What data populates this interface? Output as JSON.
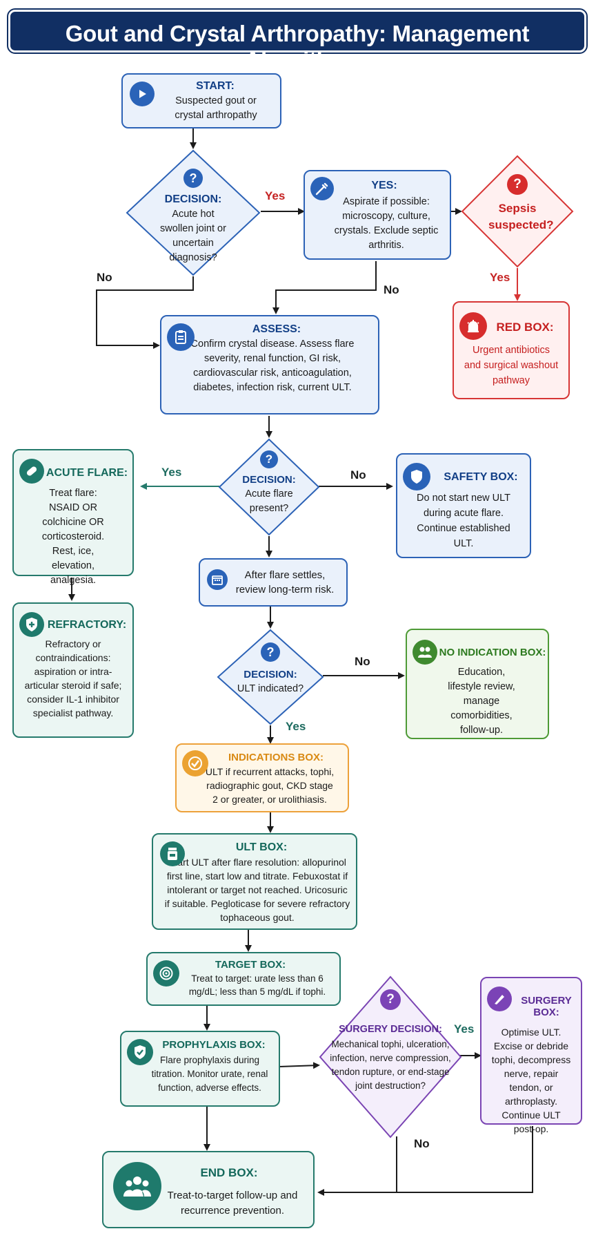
{
  "title": "Gout and Crystal Arthropathy: Management Algorithm",
  "colors": {
    "navy": "#112f63",
    "blue": "#2c62b6",
    "teal": "#257a6c",
    "red": "#d73535",
    "green": "#4e9a36",
    "orange": "#eda13a",
    "purple": "#7a44b3"
  },
  "start": {
    "heading": "START:",
    "text": "Suspected gout or crystal arthropathy",
    "icon": "play-icon"
  },
  "decision1": {
    "heading": "DECISION:",
    "text": "Acute hot swollen joint or uncertain diagnosis?",
    "icon": "question-icon"
  },
  "aspirate": {
    "heading": "YES:",
    "text": "Aspirate if possible: microscopy, culture, crystals. Exclude septic arthritis.",
    "icon": "syringe-icon"
  },
  "sepsis": {
    "text": "Sepsis suspected?",
    "icon": "question-icon"
  },
  "redbox": {
    "heading": "RED BOX:",
    "text": "Urgent antibiotics and surgical washout pathway",
    "icon": "alarm-icon"
  },
  "assess": {
    "heading": "ASSESS:",
    "text": "Confirm crystal disease. Assess flare severity, renal function, GI risk, cardiovascular risk, anticoagulation, diabetes, infection risk, current ULT.",
    "icon": "clipboard-icon"
  },
  "decision2": {
    "heading": "DECISION:",
    "text": "Acute flare present?",
    "icon": "question-icon"
  },
  "acute": {
    "heading": "ACUTE FLARE:",
    "text": "Treat flare: NSAID OR colchicine OR corticosteroid. Rest, ice, elevation, analgesia.",
    "icon": "pill-icon"
  },
  "safety": {
    "heading": "SAFETY BOX:",
    "text": "Do not start new ULT during acute flare. Continue established ULT.",
    "icon": "shield-icon"
  },
  "settle": {
    "text": "After flare settles, review long-term risk.",
    "icon": "calendar-icon"
  },
  "refractory": {
    "heading": "REFRACTORY:",
    "text": "Refractory or contraindications: aspiration or intra-articular steroid if safe; consider IL-1 inhibitor specialist pathway.",
    "icon": "shield-plus-icon"
  },
  "decision3": {
    "heading": "DECISION:",
    "text": "ULT indicated?",
    "icon": "question-icon"
  },
  "noind": {
    "heading": "NO INDICATION BOX:",
    "text": "Education, lifestyle review, manage comorbidities, follow-up.",
    "icon": "people-icon"
  },
  "indications": {
    "heading": "INDICATIONS BOX:",
    "text": "ULT if recurrent attacks, tophi, radiographic gout, CKD stage 2 or greater, or urolithiasis.",
    "icon": "check-circle-icon"
  },
  "ult": {
    "heading": "ULT BOX:",
    "text": "Start ULT after flare resolution: allopurinol first line, start low and titrate. Febuxostat if intolerant or target not reached. Uricosuric if suitable. Pegloticase for severe refractory tophaceous gout.",
    "icon": "pill-bottle-icon"
  },
  "target": {
    "heading": "TARGET BOX:",
    "text": "Treat to target: urate less than 6 mg/dL; less than 5 mg/dL if tophi.",
    "icon": "target-icon"
  },
  "prophylaxis": {
    "heading": "PROPHYLAXIS BOX:",
    "text": "Flare prophylaxis during titration. Monitor urate, renal function, adverse effects.",
    "icon": "shield-check-icon"
  },
  "surgdec": {
    "heading": "SURGERY DECISION:",
    "text": "Mechanical tophi, ulceration, infection, nerve compression, tendon rupture, or end-stage joint destruction?",
    "icon": "question-icon"
  },
  "surgery": {
    "heading": "SURGERY BOX:",
    "text": "Optimise ULT. Excise or debride tophi, decompress nerve, repair tendon, or arthroplasty. Continue ULT post-op.",
    "icon": "scalpel-icon"
  },
  "endbox": {
    "heading": "END BOX:",
    "text": "Treat-to-target follow-up and recurrence prevention.",
    "icon": "group-icon"
  },
  "labels": {
    "yes": "Yes",
    "no": "No"
  }
}
